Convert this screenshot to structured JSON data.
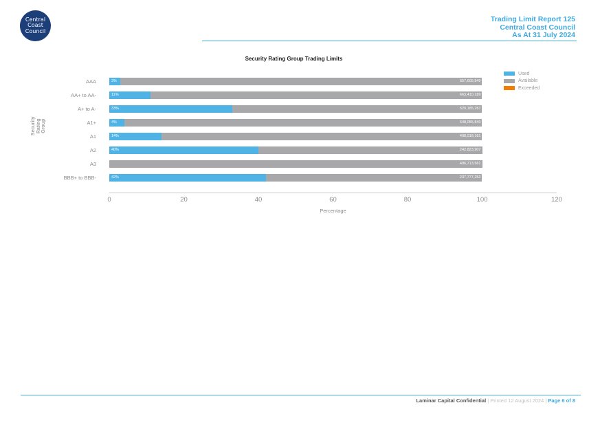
{
  "header": {
    "logo_lines": [
      "Central",
      "Coast",
      "Council"
    ],
    "title_line1": "Trading Limit Report 125",
    "title_line2": "Central Coast Council",
    "title_line3": "As At 31 July 2024"
  },
  "colors": {
    "used": "#4fb3e6",
    "available": "#a8a8aa",
    "exceeded": "#f57c00",
    "accent": "#3fa9e0"
  },
  "chart_data": {
    "type": "bar",
    "orientation": "horizontal",
    "stacked": true,
    "title": "Security Rating Group Trading Limits",
    "xlabel": "Percentage",
    "ylabel": "Security Rating Group",
    "xlim": [
      0,
      120
    ],
    "xticks": [
      "0",
      "20",
      "40",
      "60",
      "80",
      "100",
      "120"
    ],
    "categories": [
      "AAA",
      "AA+ to AA-",
      "A+ to A-",
      "A1+",
      "A1",
      "A2",
      "A3",
      "BBB+ to BBB-"
    ],
    "series": [
      {
        "name": "Used",
        "values": [
          3,
          11,
          33,
          4,
          14,
          40,
          0,
          42
        ]
      },
      {
        "name": "Available",
        "values": [
          97,
          89,
          67,
          96,
          86,
          60,
          100,
          58
        ]
      },
      {
        "name": "Exceeded",
        "values": [
          0,
          0,
          0,
          0,
          0,
          0,
          0,
          0
        ]
      }
    ],
    "used_labels": [
      "3%",
      "11%",
      "33%",
      "4%",
      "14%",
      "40%",
      "",
      "42%"
    ],
    "available_labels": [
      "657,605,849",
      "663,410,189",
      "520,185,287",
      "648,055,849",
      "408,018,161",
      "242,823,907",
      "496,713,561",
      "237,777,252"
    ],
    "legend_position": "right"
  },
  "footer": {
    "confidential": "Laminar Capital Confidential",
    "sep1": " | ",
    "printed": "Printed 12 August 2024",
    "sep2": " | ",
    "page": "Page 6 of 8"
  }
}
